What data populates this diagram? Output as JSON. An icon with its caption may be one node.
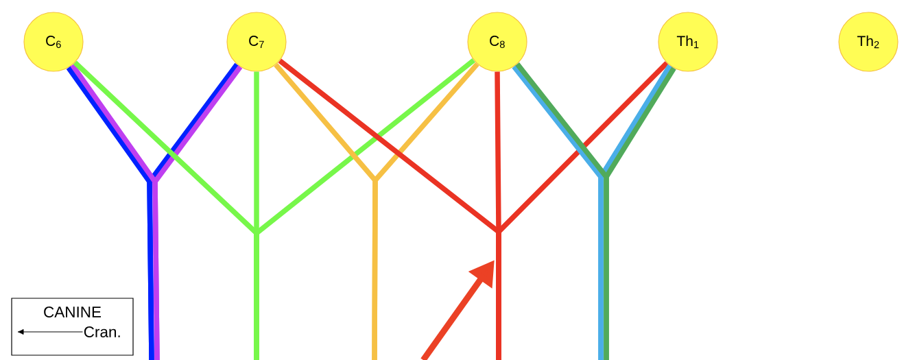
{
  "diagram": {
    "nodes": [
      {
        "text": [
          "C$_{6}$"
        ]
      },
      {
        "text": [
          "C$_{7}$"
        ]
      },
      {
        "text": [
          "C$_{8}$"
        ]
      },
      {
        "text": [
          "Th$_{1}$"
        ]
      },
      {
        "text": [
          "Th$_{2}$"
        ]
      },
      {
        "text": [
          "CANINE",
          "Cran."
        ]
      }
    ],
    "edges": [
      {
        "from": 0,
        "to": null,
        "arrow": "none",
        "color": "#0022ff"
      },
      {
        "from": 1,
        "to": null,
        "arrow": "none",
        "color": "#0022ff"
      },
      {
        "from": 0,
        "to": null,
        "arrow": "none",
        "color": "#bf3ff0"
      },
      {
        "from": 1,
        "to": null,
        "arrow": "none",
        "color": "#bf3ff0"
      },
      {
        "from": 0,
        "to": null,
        "arrow": "none",
        "color": "#77f74a"
      },
      {
        "from": 1,
        "to": null,
        "arrow": "none",
        "color": "#77f74a"
      },
      {
        "from": 2,
        "to": null,
        "arrow": "none",
        "color": "#77f74a"
      },
      {
        "from": 1,
        "to": null,
        "arrow": "none",
        "color": "#f6c044"
      },
      {
        "from": 2,
        "to": null,
        "arrow": "none",
        "color": "#f6c044"
      },
      {
        "from": 1,
        "to": null,
        "arrow": "none",
        "color": "#ea3323"
      },
      {
        "from": 2,
        "to": null,
        "arrow": "none",
        "color": "#ea3323"
      },
      {
        "from": 3,
        "to": null,
        "arrow": "none",
        "color": "#ea3323"
      },
      {
        "from": 2,
        "to": null,
        "arrow": "none",
        "color": "#4aaee8"
      },
      {
        "from": 3,
        "to": null,
        "arrow": "none",
        "color": "#4aaee8"
      },
      {
        "from": 2,
        "to": null,
        "arrow": "none",
        "color": "#51aa5b"
      },
      {
        "from": 3,
        "to": null,
        "arrow": "none",
        "color": "#51aa5b"
      }
    ]
  }
}
